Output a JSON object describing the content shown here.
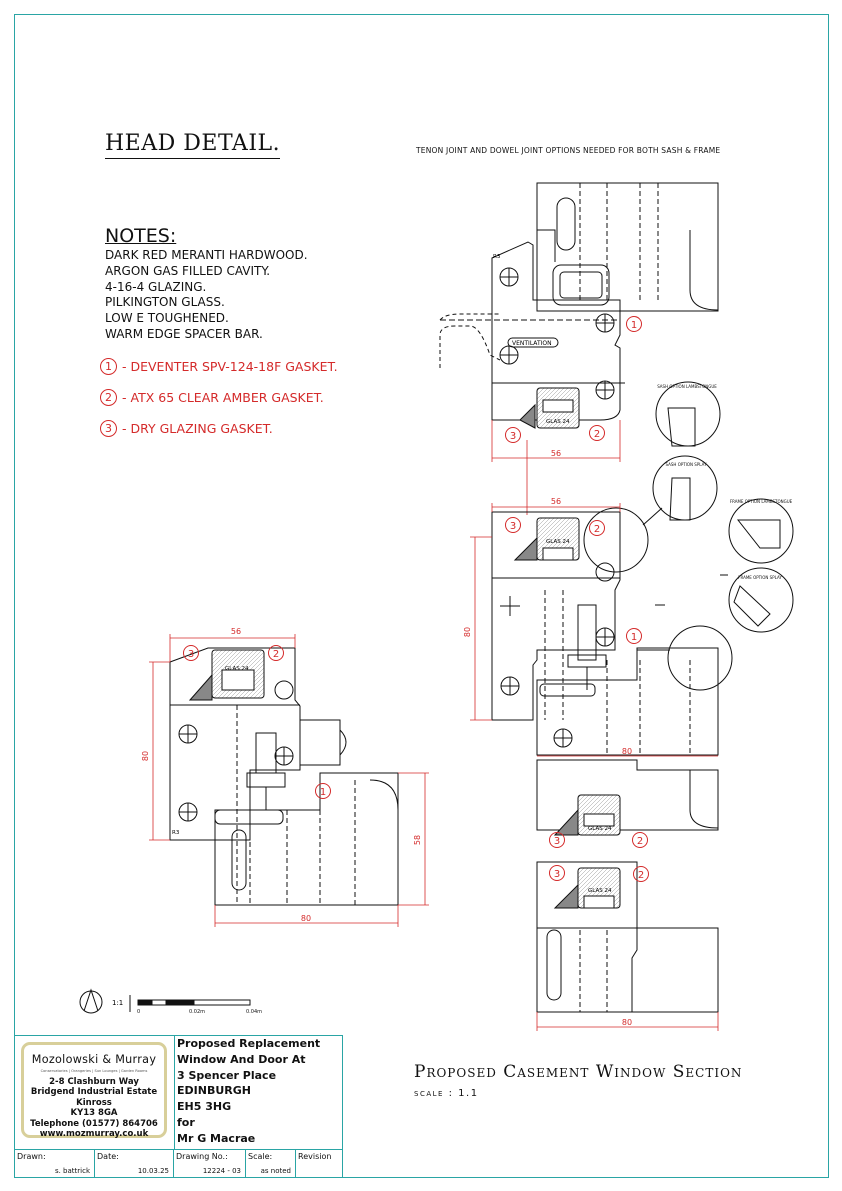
{
  "head_title": "HEAD DETAIL.",
  "top_note": "TENON JOINT AND DOWEL JOINT OPTIONS NEEDED FOR BOTH SASH & FRAME",
  "notes": {
    "heading": "NOTES:",
    "lines": [
      "DARK RED MERANTI HARDWOOD.",
      "ARGON GAS FILLED CAVITY.",
      "4-16-4 GLAZING.",
      "PILKINGTON GLASS.",
      "LOW E TOUGHENED.",
      "WARM EDGE SPACER BAR."
    ]
  },
  "legend": [
    {
      "num": "1",
      "text": "- DEVENTER SPV-124-18F GASKET."
    },
    {
      "num": "2",
      "text": "- ATX 65 CLEAR AMBER GASKET."
    },
    {
      "num": "3",
      "text": "- DRY GLAZING GASKET."
    }
  ],
  "drawing_labels": {
    "glas": "GLAS 24",
    "ventilation": "VENTILATION",
    "r3": "R3",
    "dim_56": "56",
    "dim_80": "80",
    "dim_58": "58",
    "sash_option_lambs": "SASH OPTION LAMBSTONGUE",
    "sash_option_splay": "SASH OPTION SPLAY",
    "frame_option_lambs": "FRAME OPTION LAMBSTONGUE",
    "frame_option_splay": "FRAME OPTION SPLAY",
    "scale_ratio": "1:1",
    "scale_0": "0",
    "scale_1": "0.02m",
    "scale_2": "0.04m"
  },
  "title_block": {
    "company": "Mozolowski & Murray",
    "tagline": "Conservatories | Orangeries | Sun Lounges | Garden Rooms",
    "address": [
      "2-8 Clashburn Way",
      "Bridgend Industrial Estate",
      "Kinross",
      "KY13 8GA",
      "Telephone (01577) 864706",
      "www.mozmurray.co.uk"
    ],
    "project": [
      "Proposed Replacement",
      "Window And Door At",
      "3 Spencer Place",
      "EDINBURGH",
      "EH5 3HG",
      "for",
      "Mr G Macrae"
    ],
    "drawn_label": "Drawn:",
    "drawn_value": "s. battrick",
    "date_label": "Date:",
    "date_value": "10.03.25",
    "drawing_no_label": "Drawing No.:",
    "drawing_no_value": "12224 - 03",
    "scale_label": "Scale:",
    "scale_value": "as noted",
    "revision_label": "Revision"
  },
  "main_title": "Proposed Casement Window Section",
  "scale_text": "scale : 1.1",
  "colors": {
    "frame_line": "#2aa5a5",
    "annotation": "#d42a2a",
    "logo_border": "#d8cf9a"
  }
}
